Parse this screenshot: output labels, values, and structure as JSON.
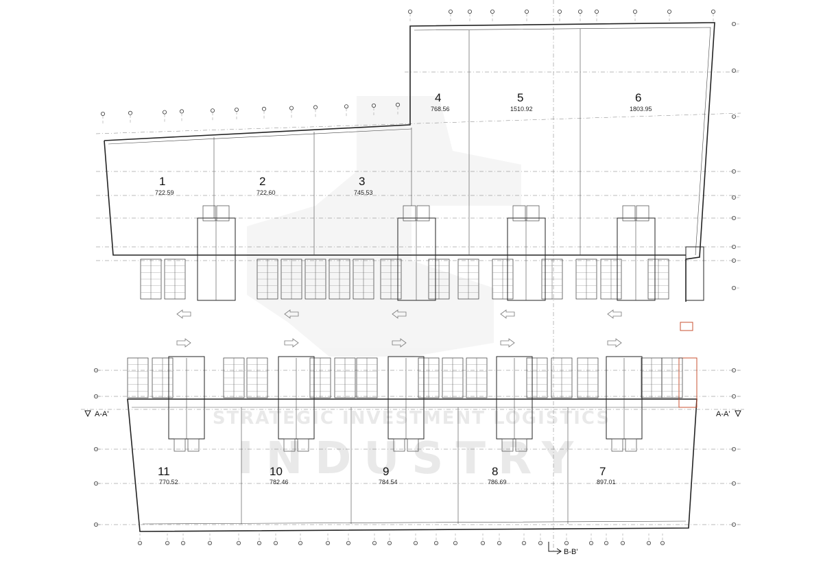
{
  "units": [
    {
      "number": "1",
      "area": "722.59"
    },
    {
      "number": "2",
      "area": "722.60"
    },
    {
      "number": "3",
      "area": "745.53"
    },
    {
      "number": "4",
      "area": "768.56"
    },
    {
      "number": "5",
      "area": "1510.92"
    },
    {
      "number": "6",
      "area": "1803.95"
    },
    {
      "number": "7",
      "area": "897.01"
    },
    {
      "number": "8",
      "area": "786.69"
    },
    {
      "number": "9",
      "area": "784.54"
    },
    {
      "number": "10",
      "area": "782.46"
    },
    {
      "number": "11",
      "area": "770.52"
    }
  ],
  "sections": {
    "a_left": "A-A'",
    "a_right": "A-A'",
    "b": "B-B'"
  },
  "watermark": {
    "line1": "STRATEGIC INVESTMENT LOGISTICS",
    "line2": "INDUSTRY"
  }
}
